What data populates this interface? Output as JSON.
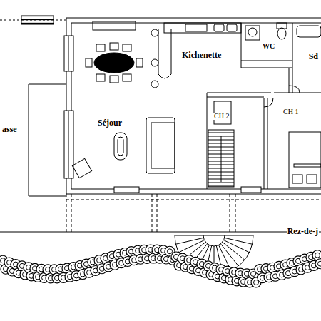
{
  "diagram": {
    "labels": [
      "Kichenette",
      "WC",
      "Sd",
      "Séjour",
      "CH 2",
      "CH 1",
      "asse",
      "Rez-de-j"
    ]
  }
}
